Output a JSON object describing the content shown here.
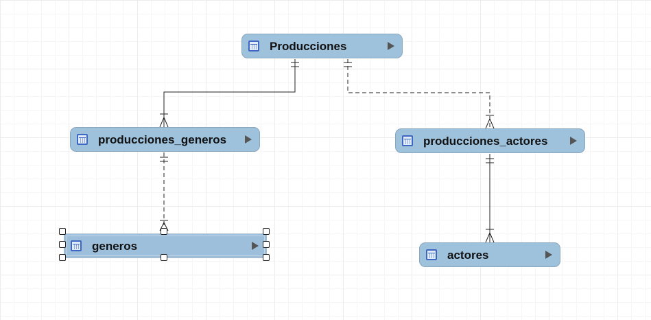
{
  "diagram": {
    "entities": {
      "producciones": {
        "name": "Producciones",
        "icon": "table-icon"
      },
      "producciones_generos": {
        "name": "producciones_generos",
        "icon": "table-icon"
      },
      "producciones_actores": {
        "name": "producciones_actores",
        "icon": "table-icon"
      },
      "generos": {
        "name": "generos",
        "icon": "table-icon",
        "selected": true
      },
      "actores": {
        "name": "actores",
        "icon": "table-icon"
      }
    },
    "relationships": [
      {
        "from": "producciones",
        "to": "producciones_generos",
        "from_cardinality": "one-and-only-one",
        "to_cardinality": "one-or-many",
        "identifying": true
      },
      {
        "from": "producciones",
        "to": "producciones_actores",
        "from_cardinality": "one-and-only-one",
        "to_cardinality": "one-or-many",
        "identifying": false
      },
      {
        "from": "generos",
        "to": "producciones_generos",
        "from_cardinality": "one-or-many",
        "to_cardinality": "one-and-only-one",
        "identifying": false
      },
      {
        "from": "producciones_actores",
        "to": "actores",
        "from_cardinality": "one-and-only-one",
        "to_cardinality": "one-or-many",
        "identifying": true
      }
    ],
    "colors": {
      "entity_fill": "#9ec1dc",
      "entity_border": "#8aa6bd",
      "line": "#222222",
      "icon": "#3e67c4"
    }
  }
}
